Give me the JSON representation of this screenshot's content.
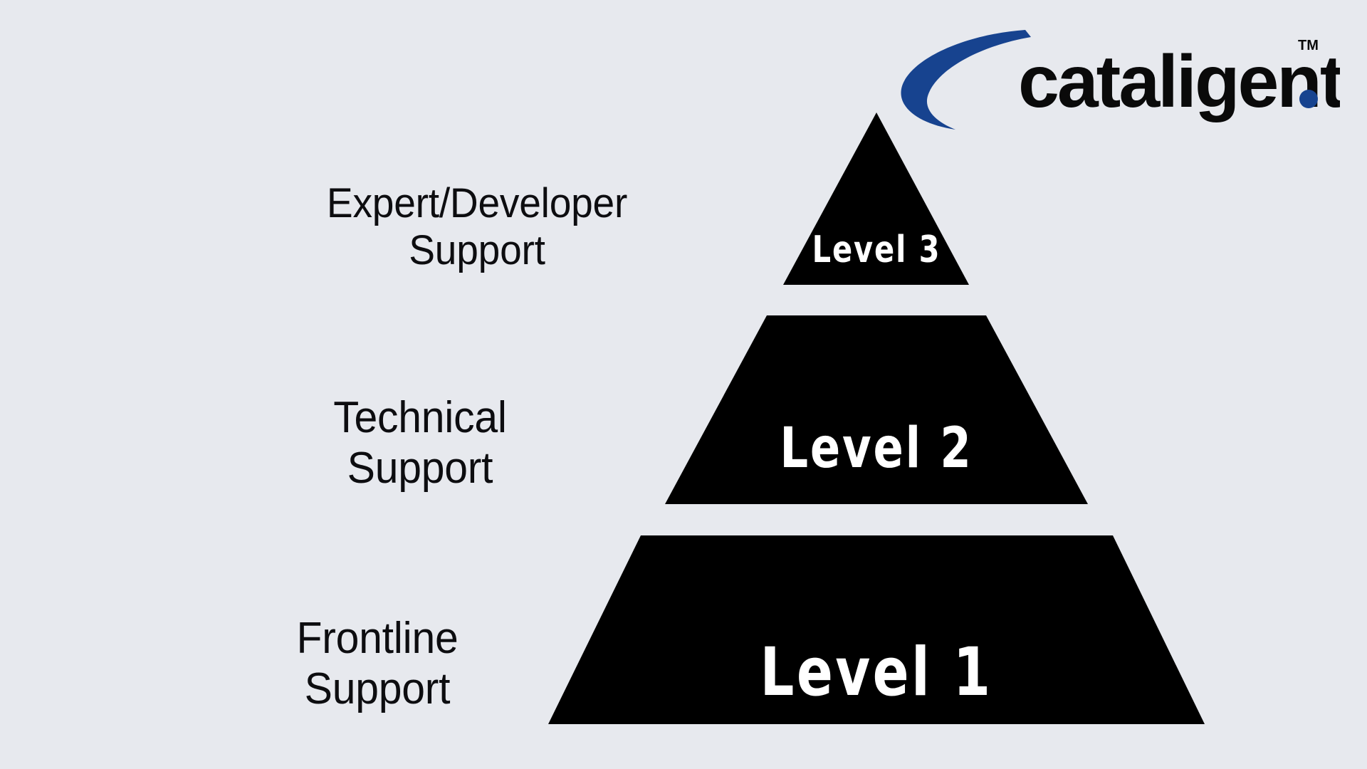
{
  "slide": {
    "background_color": "#e7e9ee",
    "pyramid_color": "#000000",
    "tier_text_color": "#ffffff",
    "label_text_color": "#0d0d10"
  },
  "logo": {
    "name": "cataligent-logo",
    "wordmark": "cataligent",
    "period": ".",
    "trademark": "TM",
    "swoosh_color": "#17438f",
    "wordmark_color": "#0a0a0a",
    "period_color": "#17438f"
  },
  "pyramid": {
    "tiers": [
      {
        "id": "tier-3",
        "shape": "triangle",
        "caption": "Level 3",
        "side_label_line1": "Expert/Developer",
        "side_label_line2": "Support"
      },
      {
        "id": "tier-2",
        "shape": "trapezoid",
        "caption": "Level 2",
        "side_label_line1": "Technical",
        "side_label_line2": "Support"
      },
      {
        "id": "tier-1",
        "shape": "trapezoid",
        "caption": "Level 1",
        "side_label_line1": "Frontline",
        "side_label_line2": "Support"
      }
    ]
  }
}
